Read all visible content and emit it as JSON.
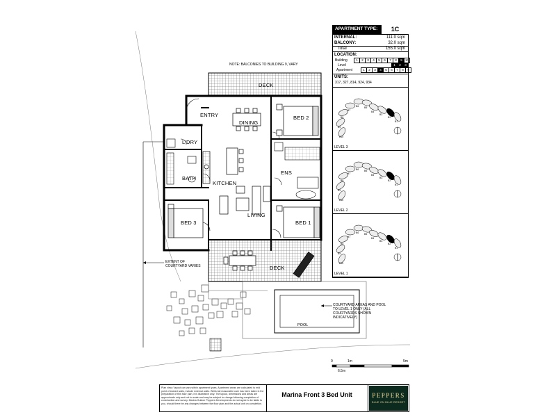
{
  "plan": {
    "note": "NOTE: BALCONIES TO BUILDING 9, VARY",
    "rooms": {
      "deck_top": "DECK",
      "entry": "ENTRY",
      "dining": "DINING",
      "bed2": "BED 2",
      "ldry": "L'DRY",
      "ens": "ENS",
      "bath": "BATH",
      "kitchen": "KITCHEN",
      "living": "LIVING",
      "bed3": "BED 3",
      "bed1": "BED 1",
      "deck_bottom": "DECK",
      "pool": "POOL"
    },
    "courtyard_note": "EXTENT OF COURTYARD VARIES",
    "pool_note": "COURTYARD AREAS AND POOL TO LEVEL 1 ONLY (ALL COURTYARDS SHOWN INDICATIVELY)",
    "scale": {
      "zero": "0",
      "one": "1m",
      "five": "5m",
      "caption": "6.5m"
    }
  },
  "info": {
    "type_label": "APARTMENT TYPE:",
    "type_value": "1C",
    "internal_label": "INTERNAL:",
    "internal_value": "111.0 sqm",
    "balcony_label": "BALCONY:",
    "balcony_value": "32.0 sqm",
    "total_label": "Total",
    "total_value": "155.0 sqm",
    "location_label": "LOCATION:",
    "building_label": "Building",
    "building_cells": [
      "1",
      "2",
      "3",
      "4",
      "5",
      "6",
      "7",
      "8",
      "9",
      "10"
    ],
    "building_selected": [
      "9"
    ],
    "level_label": "Level",
    "level_cells": [
      "1",
      "2",
      "3"
    ],
    "level_selected": [
      "1",
      "2",
      "3"
    ],
    "apartment_label": "Apartment",
    "apartment_cells": [
      "1",
      "2",
      "3",
      "4",
      "5",
      "6",
      "7",
      "8",
      "9"
    ],
    "apartment_selected": [
      "4"
    ],
    "units_label": "UNITS:",
    "units_value": "317, 327, 814, 924, 934",
    "key_plans": [
      {
        "label": "LEVEL 3"
      },
      {
        "label": "LEVEL 2"
      },
      {
        "label": "LEVEL 1"
      }
    ],
    "building_tags": [
      "B1",
      "B2",
      "B3",
      "B4",
      "B5",
      "B6",
      "B7",
      "B8",
      "B9",
      "B10"
    ]
  },
  "footer": {
    "disclaimer": "Plan view / layout can vary within apartment types. Apartment areas are calculated to mid point of shared walls, include external walls. Whilst all reasonable care has been taken in the preparation of this floor plan, it is illustrative only. The layout, dimensions and areas are approximate only and not to scale and may be subject to change following completion of construction and survey. Marina Guidon Peppers Developments do not agree to be liable to you, should there be any changes between the floor plan and the actual unit on completion.",
    "title": "Marina Front 3 Bed Unit",
    "brand": "PEPPERS",
    "brand_sub": "BLUE ON BLUE RESORT"
  }
}
